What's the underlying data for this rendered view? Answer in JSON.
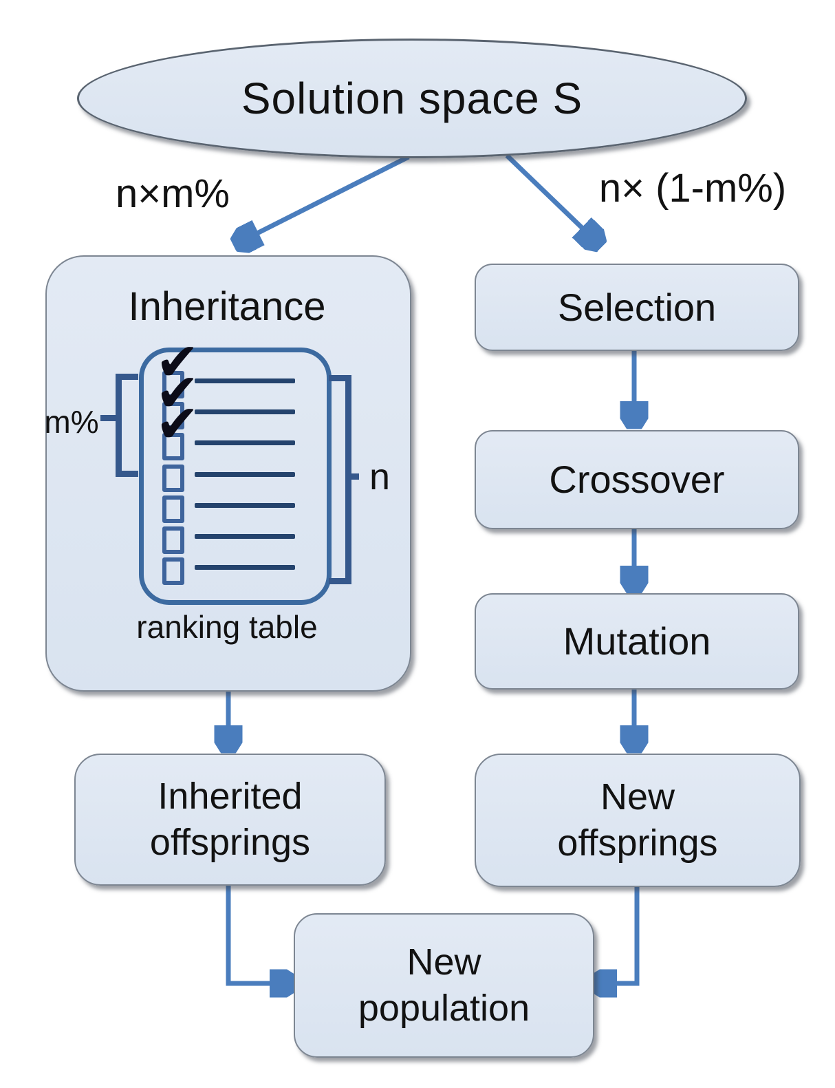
{
  "colors": {
    "background": "#ffffff",
    "node_fill": "#dce5f1",
    "node_border": "#7d8692",
    "arrow_blue": "#4a7dbd",
    "arrowhead_blue": "#3e69a4",
    "table_outline_blue": "#3c6aa0",
    "row_line_navy": "#24436d",
    "checkbox_blue": "#3e649c",
    "bracket_blue": "#35588c",
    "checkmark_black": "#0c0c18",
    "text_black": "#121212"
  },
  "icons": {
    "check": "✔"
  },
  "ellipse": {
    "label": "Solution space S"
  },
  "branch_labels": {
    "left": "n×m%",
    "right": "n× (1-m%)"
  },
  "inheritance": {
    "title": "Inheritance",
    "caption": "ranking table",
    "left_bracket_label": "m%",
    "right_bracket_label": "n",
    "ranking_rows": [
      "checked",
      "checked",
      "checked",
      "unchecked",
      "unchecked",
      "unchecked",
      "unchecked"
    ]
  },
  "nodes": {
    "selection": {
      "label": "Selection"
    },
    "crossover": {
      "label": "Crossover"
    },
    "mutation": {
      "label": "Mutation"
    },
    "inherited_offsprings": {
      "label": "Inherited\noffsprings"
    },
    "new_offsprings": {
      "label": "New\noffsprings"
    },
    "new_population": {
      "label": "New\npopulation"
    }
  }
}
